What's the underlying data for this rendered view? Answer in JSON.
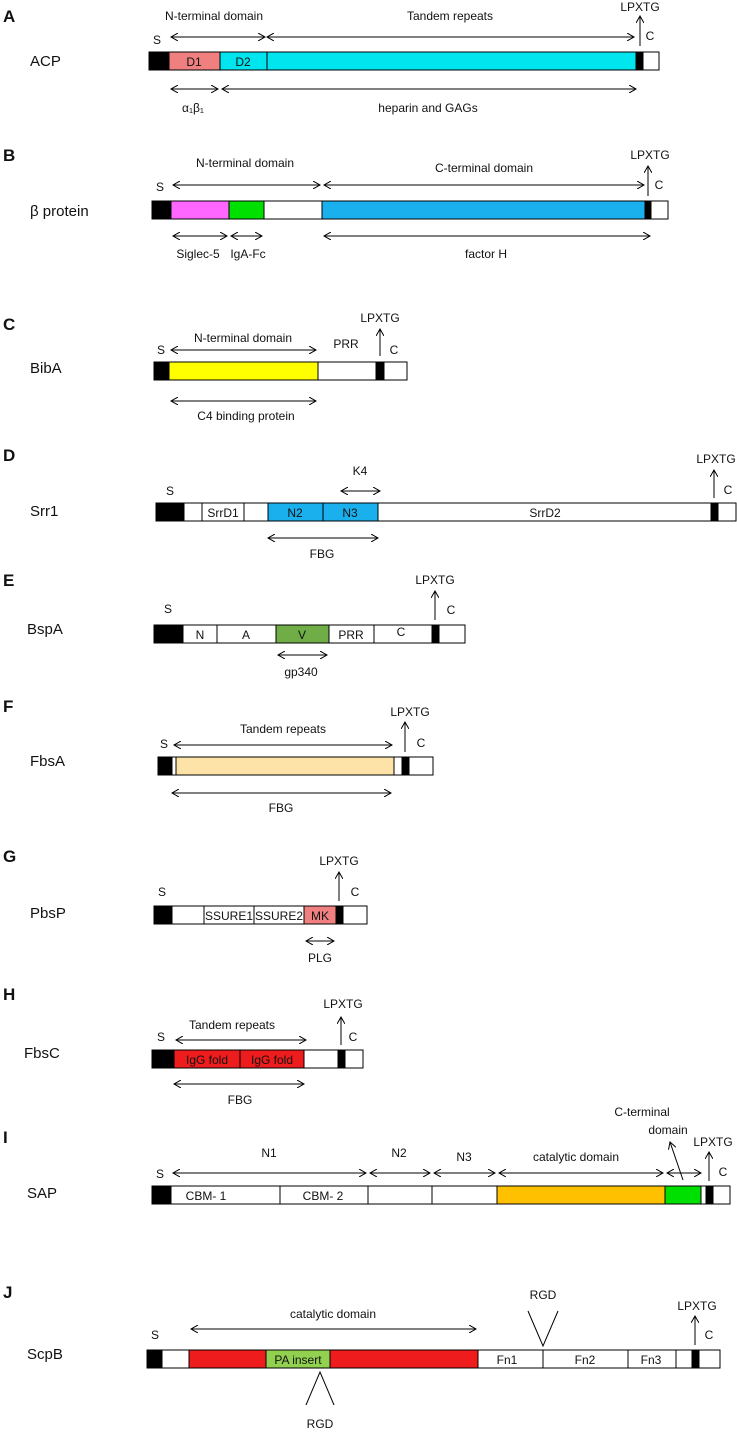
{
  "panels": [
    {
      "id": "A",
      "letter": "A",
      "protein": "ACP",
      "domains": [
        {
          "key": "d1",
          "label": "D1",
          "color": "#f08080"
        },
        {
          "key": "d2",
          "label": "D2",
          "color": "#00e5ee"
        },
        {
          "key": "tr",
          "label": "",
          "color": "#00e5ee"
        }
      ],
      "labels": {
        "s": "S",
        "c": "C",
        "lpxtg": "LPXTG",
        "nterm": "N-terminal domain",
        "repeats": "Tandem repeats",
        "a1b1": "α₁β₁",
        "heparin": "heparin and GAGs"
      }
    },
    {
      "id": "B",
      "letter": "B",
      "protein": "β protein",
      "domains": [
        {
          "key": "siglec",
          "label": "",
          "color": "#ff66ff"
        },
        {
          "key": "iga",
          "label": "",
          "color": "#00e000"
        },
        {
          "key": "cterm",
          "label": "",
          "color": "#1ab0ee"
        }
      ],
      "labels": {
        "s": "S",
        "c": "C",
        "lpxtg": "LPXTG",
        "nterm": "N-terminal domain",
        "cterm": "C-terminal domain",
        "siglec": "Siglec-5",
        "igafc": "IgA-Fc",
        "factorh": "factor H"
      }
    },
    {
      "id": "C",
      "letter": "C",
      "protein": "BibA",
      "domains": [
        {
          "key": "nterm",
          "label": "",
          "color": "#ffff00"
        }
      ],
      "labels": {
        "s": "S",
        "c": "C",
        "lpxtg": "LPXTG",
        "nterm": "N-terminal domain",
        "prr": "PRR",
        "c4": "C4 binding protein"
      }
    },
    {
      "id": "D",
      "letter": "D",
      "protein": "Srr1",
      "domains": [
        {
          "key": "srrd1",
          "label": "SrrD1",
          "color": "#ffffff"
        },
        {
          "key": "n2",
          "label": "N2",
          "color": "#1ab0ee"
        },
        {
          "key": "n3",
          "label": "N3",
          "color": "#1ab0ee"
        },
        {
          "key": "srrd2",
          "label": "SrrD2",
          "color": "#ffffff"
        }
      ],
      "labels": {
        "s": "S",
        "c": "C",
        "lpxtg": "LPXTG",
        "k4": "K4",
        "fbg": "FBG"
      }
    },
    {
      "id": "E",
      "letter": "E",
      "protein": "BspA",
      "domains": [
        {
          "key": "n",
          "label": "N",
          "color": "#ffffff"
        },
        {
          "key": "a",
          "label": "A",
          "color": "#ffffff"
        },
        {
          "key": "v",
          "label": "V",
          "color": "#70ad47"
        },
        {
          "key": "prr",
          "label": "PRR",
          "color": "#ffffff"
        },
        {
          "key": "c",
          "label": "C",
          "color": "#ffffff"
        }
      ],
      "labels": {
        "s": "S",
        "c": "C",
        "lpxtg": "LPXTG",
        "gp340": "gp340"
      }
    },
    {
      "id": "F",
      "letter": "F",
      "protein": "FbsA",
      "domains": [
        {
          "key": "tr",
          "label": "",
          "color": "#fde3a7"
        }
      ],
      "labels": {
        "s": "S",
        "c": "C",
        "lpxtg": "LPXTG",
        "repeats": "Tandem repeats",
        "fbg": "FBG"
      }
    },
    {
      "id": "G",
      "letter": "G",
      "protein": "PbsP",
      "domains": [
        {
          "key": "ssure1",
          "label": "SSURE1",
          "color": "#ffffff"
        },
        {
          "key": "ssure2",
          "label": "SSURE2",
          "color": "#ffffff"
        },
        {
          "key": "mk",
          "label": "MK",
          "color": "#f08080"
        }
      ],
      "labels": {
        "s": "S",
        "c": "C",
        "lpxtg": "LPXTG",
        "plg": "PLG"
      }
    },
    {
      "id": "H",
      "letter": "H",
      "protein": "FbsC",
      "domains": [
        {
          "key": "igg1",
          "label": "IgG fold",
          "color": "#ee1c1c"
        },
        {
          "key": "igg2",
          "label": "IgG fold",
          "color": "#ee1c1c"
        }
      ],
      "labels": {
        "s": "S",
        "c": "C",
        "lpxtg": "LPXTG",
        "repeats": "Tandem repeats",
        "fbg": "FBG"
      }
    },
    {
      "id": "I",
      "letter": "I",
      "protein": "SAP",
      "domains": [
        {
          "key": "cbm1",
          "label": "CBM- 1",
          "color": "#ffffff"
        },
        {
          "key": "cbm2",
          "label": "CBM- 2",
          "color": "#ffffff"
        },
        {
          "key": "n2",
          "label": "",
          "color": "#ffffff"
        },
        {
          "key": "n3",
          "label": "",
          "color": "#ffffff"
        },
        {
          "key": "cat",
          "label": "",
          "color": "#ffc000"
        },
        {
          "key": "ct",
          "label": "",
          "color": "#00e000"
        }
      ],
      "labels": {
        "s": "S",
        "c": "C",
        "lpxtg": "LPXTG",
        "n1": "N1",
        "n2": "N2",
        "n3": "N3",
        "catalytic": "catalytic domain",
        "cterm_line1": "C-terminal",
        "cterm_line2": "domain"
      }
    },
    {
      "id": "J",
      "letter": "J",
      "protein": "ScpB",
      "domains": [
        {
          "key": "cat1",
          "label": "",
          "color": "#ee1c1c"
        },
        {
          "key": "pa",
          "label": "PA insert",
          "color": "#92d050"
        },
        {
          "key": "cat2",
          "label": "",
          "color": "#ee1c1c"
        },
        {
          "key": "fn1",
          "label": "Fn1",
          "color": "#ffffff"
        },
        {
          "key": "fn2",
          "label": "Fn2",
          "color": "#ffffff"
        },
        {
          "key": "fn3",
          "label": "Fn3",
          "color": "#ffffff"
        }
      ],
      "labels": {
        "s": "S",
        "c": "C",
        "lpxtg": "LPXTG",
        "catalytic": "catalytic domain",
        "rgd_top": "RGD",
        "rgd_bottom": "RGD"
      }
    }
  ]
}
